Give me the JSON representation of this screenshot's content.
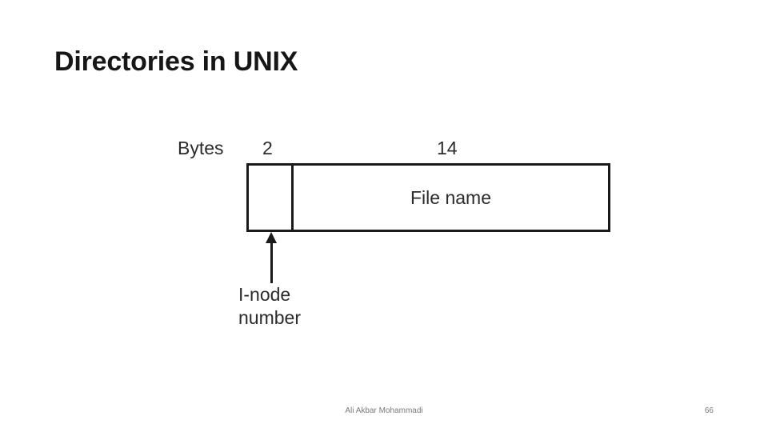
{
  "slide": {
    "title": "Directories in UNIX",
    "footer": {
      "author": "Ali Akbar Mohammadi",
      "page_number": "66"
    }
  },
  "figure": {
    "labels": {
      "bytes": "Bytes",
      "inode_size": "2",
      "filename_size": "14"
    },
    "cells": {
      "filename": "File name"
    },
    "caption_line1": "I-node",
    "caption_line2": "number",
    "arrow": "up-arrow-icon"
  }
}
